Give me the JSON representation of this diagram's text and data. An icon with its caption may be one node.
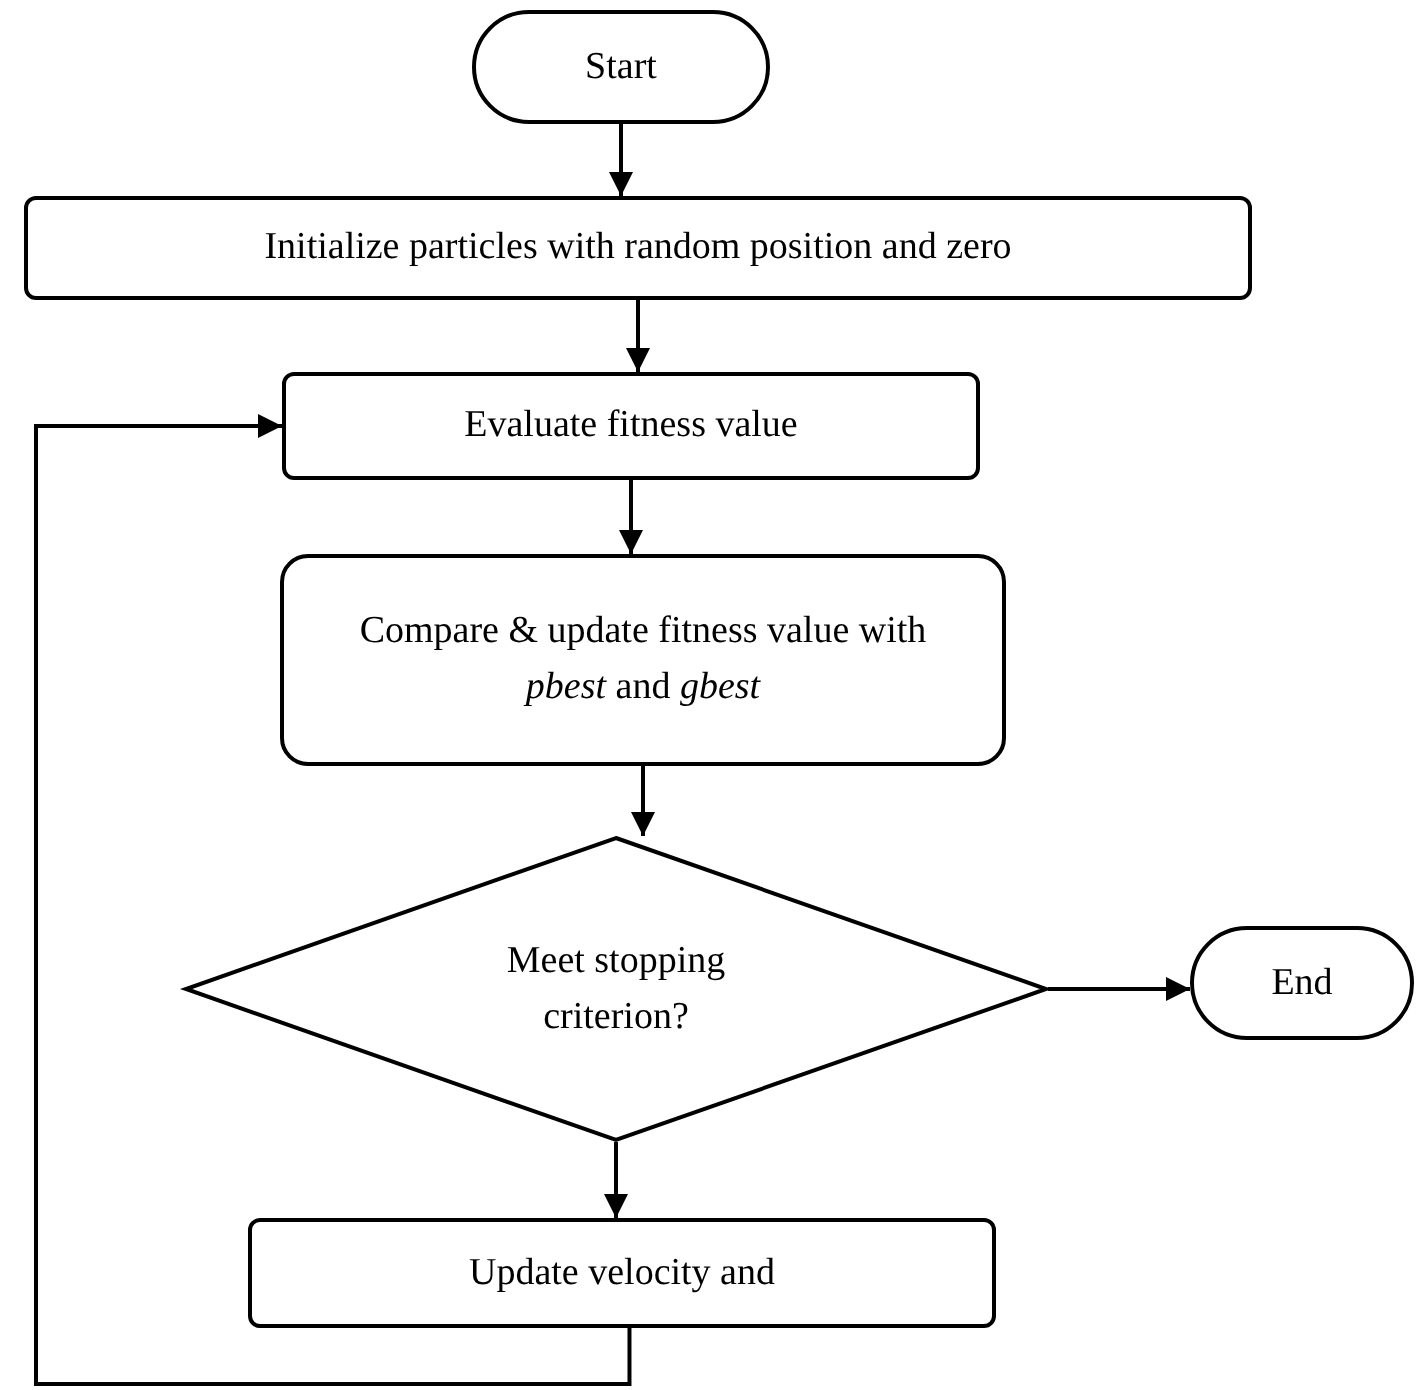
{
  "diagram": {
    "nodes": [
      {
        "text": [
          "Start"
        ]
      },
      {
        "text": [
          "Initialize particles with random position and zero"
        ]
      },
      {
        "text": [
          "Evaluate fitness value"
        ]
      },
      {
        "text": [
          "Compare & update fitness value with *pbest* and *gbest*"
        ]
      },
      {
        "text": [
          "Meet stopping criterion?"
        ]
      },
      {
        "text": [
          "End"
        ]
      },
      {
        "text": [
          "Update velocity and"
        ]
      }
    ],
    "edges": [
      {
        "from": 0,
        "to": 1,
        "arrow": "to"
      },
      {
        "from": 1,
        "to": 2,
        "arrow": "to"
      },
      {
        "from": 2,
        "to": 3,
        "arrow": "to"
      },
      {
        "from": 3,
        "to": 4,
        "arrow": "to"
      },
      {
        "from": 4,
        "to": 5,
        "arrow": "to"
      },
      {
        "from": 4,
        "to": 6,
        "arrow": "to"
      },
      {
        "from": 6,
        "to": 2,
        "arrow": "to"
      }
    ]
  }
}
